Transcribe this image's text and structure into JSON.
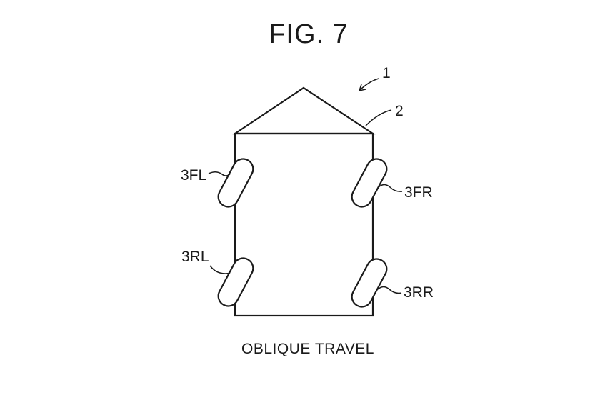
{
  "figure": {
    "title": "FIG. 7",
    "caption": "OBLIQUE TRAVEL",
    "refs": {
      "vehicle": "1",
      "body": "2",
      "wheel_fl": "3FL",
      "wheel_fr": "3FR",
      "wheel_rl": "3RL",
      "wheel_rr": "3RR"
    }
  },
  "colors": {
    "ink": "#1a1a1a",
    "background": "#ffffff"
  }
}
